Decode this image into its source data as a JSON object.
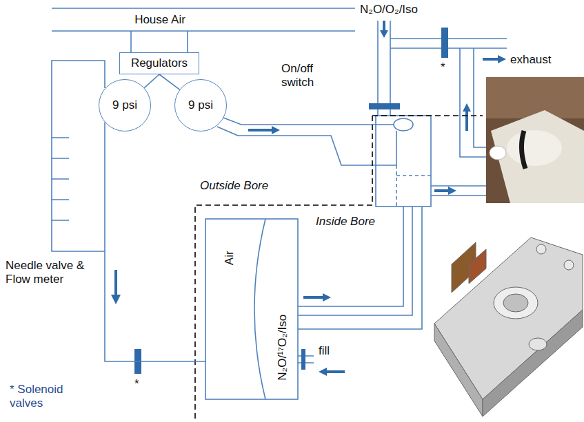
{
  "diagram": {
    "nodes": [
      {
        "text": [
          "Regulators"
        ]
      },
      {
        "text": [
          "9 psi"
        ]
      },
      {
        "text": [
          "9 psi"
        ]
      },
      {
        "text": [
          "Air"
        ]
      },
      {
        "text": [
          "N₂O/¹⁷O₂/Iso"
        ]
      }
    ],
    "edges": [
      {
        "from": 0,
        "to": 1,
        "arrow": "none"
      },
      {
        "from": 0,
        "to": 2,
        "arrow": "none"
      },
      {
        "from": 1,
        "to": 3,
        "arrow": "none"
      }
    ],
    "labels": [
      "House Air",
      "On/off switch",
      "N₂O/O₂/Iso",
      "exhaust",
      "*",
      "Outside Bore",
      "Inside Bore",
      "Needle valve & Flow meter",
      "*",
      "fill",
      "* Solenoid valves"
    ]
  }
}
